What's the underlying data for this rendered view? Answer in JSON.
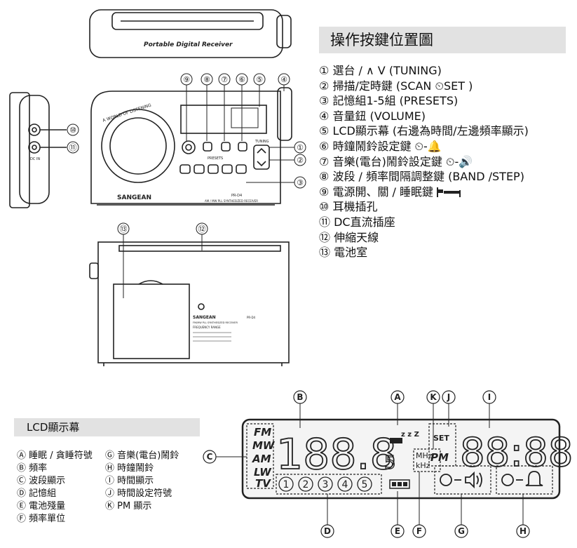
{
  "main_title": "操作按鍵位置圖",
  "controls": [
    {
      "num": "①",
      "text": "選台 / ∧ V (TUNING)"
    },
    {
      "num": "②",
      "text": "掃描/定時鍵 (SCAN ⏲SET )"
    },
    {
      "num": "③",
      "text": "記憶組1-5組 (PRESETS)"
    },
    {
      "num": "④",
      "text": "音量鈕 (VOLUME)"
    },
    {
      "num": "⑤",
      "text": "LCD顯示幕 (右邊為時間/左邊頻率顯示)"
    },
    {
      "num": "⑥",
      "text": "時鐘鬧鈴設定鍵 ⏲-🔔"
    },
    {
      "num": "⑦",
      "text": "音樂(電台)鬧鈴設定鍵 ⏲-🔊"
    },
    {
      "num": "⑧",
      "text": "波段 / 頻率間隔調整鍵 (BAND /STEP)"
    },
    {
      "num": "⑨",
      "text": "電源開、關 / 睡眠鍵"
    },
    {
      "num": "⑩",
      "text": "耳機插孔"
    },
    {
      "num": "⑪",
      "text": "DC直流插座"
    },
    {
      "num": "⑫",
      "text": "伸縮天線"
    },
    {
      "num": "⑬",
      "text": "電池室"
    }
  ],
  "lcd_title": "LCD顯示幕",
  "lcd_keys_left": [
    "Ⓐ 睡眠 / 貪睡符號",
    "Ⓑ 頻率",
    "Ⓒ 波段顯示",
    "Ⓓ 記憶組",
    "Ⓔ 電池殘量",
    "Ⓕ 頻率單位"
  ],
  "lcd_keys_right": [
    "Ⓖ 音樂(電台)鬧鈴",
    "Ⓗ 時鐘鬧鈴",
    "Ⓘ 時間顯示",
    "Ⓙ 時間設定符號",
    "Ⓚ PM 顯示"
  ],
  "radio_labels": {
    "top_view": "Portable Digital Receiver",
    "brand": "SANGEAN",
    "model": "PR-D4",
    "subtitle": "AM / MW PLL SYNTHESIZED RECEIVER",
    "dial_ring": "A WORLD OF LISTENING",
    "presets": "PRESETS",
    "tuning": "TUNING",
    "dc_in": "DC IN",
    "back_brand": "SANGEAN",
    "back_model": "PR-D4",
    "back_subtitle": "FM/MW PLL SYNTHESIZED RECEIVER",
    "freq_range": "FREQUENCY RANGE"
  },
  "callout_numbers": [
    "⑨",
    "⑧",
    "⑦",
    "⑥",
    "⑤",
    "④",
    "①",
    "②",
    "③",
    "⑩",
    "⑪",
    "⑬",
    "⑫"
  ],
  "lcd": {
    "bands": [
      "FM",
      "MW",
      "AM",
      "LW",
      "TV"
    ],
    "freq_digits": "188.8",
    "freq_small_digit": "5",
    "units": [
      "MHz",
      "kHz"
    ],
    "sleep": "z z Z",
    "set": "SET",
    "pm": "PM",
    "time_digits": "88:88",
    "presets": [
      "1",
      "2",
      "3",
      "4",
      "5"
    ]
  },
  "lcd_callouts": [
    "A",
    "B",
    "C",
    "D",
    "E",
    "F",
    "G",
    "H",
    "I",
    "J",
    "K"
  ]
}
